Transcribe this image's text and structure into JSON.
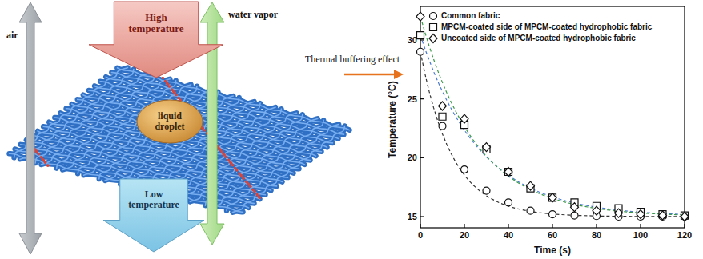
{
  "diagram": {
    "nodes": [
      {
        "text": [
          "High temperature"
        ]
      },
      {
        "text": [
          "liquid droplet"
        ]
      },
      {
        "text": [
          "Low temperature"
        ]
      }
    ],
    "labels": [
      "air",
      "water vapor",
      "Thermal buffering effect",
      "Temperature (°C)",
      "Time (s)",
      "15",
      "20",
      "25",
      "30",
      "0",
      "20",
      "40",
      "60",
      "80",
      "100",
      "120"
    ],
    "legend": [
      {
        "text": "Common fabric"
      },
      {
        "text": "MPCM-coated side of MPCM-coated hydrophobic fabric"
      },
      {
        "text": "Uncoated side of MPCM-coated hydrophobic fabric"
      }
    ]
  }
}
